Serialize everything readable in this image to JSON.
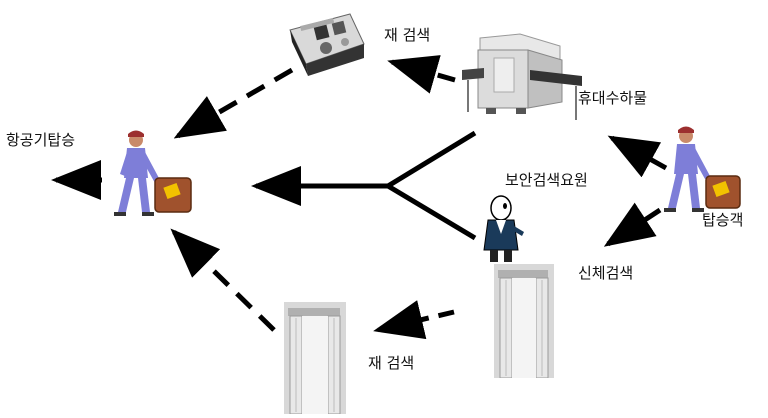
{
  "labels": {
    "rescreen_top": "재 검색",
    "carry_on": "휴대수하물",
    "boarding": "항공기탑승",
    "security_staff": "보안검색요원",
    "passenger": "탑승객",
    "body_search": "신체검색",
    "rescreen_bottom": "재 검색"
  },
  "icons": {
    "console": "control-console-icon",
    "xray": "xray-scanner-icon",
    "passenger_right": "passenger-with-suitcase-icon",
    "passenger_left": "boarding-passenger-with-suitcase-icon",
    "officer": "security-officer-icon",
    "gate_right": "walkthrough-metal-detector-icon",
    "gate_bottom": "walkthrough-metal-detector-icon"
  },
  "colors": {
    "arrow": "#000000",
    "suit": "#7e7ed8",
    "suitcase": "#a0522d",
    "tag": "#f2c200",
    "gate": "#c9c9c9"
  }
}
